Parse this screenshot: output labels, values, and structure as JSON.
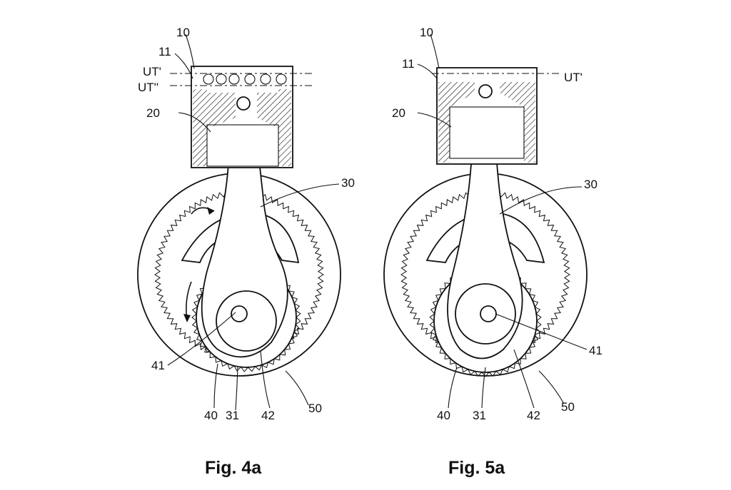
{
  "figures": [
    {
      "caption": "Fig. 4a",
      "labels": {
        "ref_10": "10",
        "ref_11": "11",
        "ut_prime": "UT'",
        "ut_double_prime": "UT''",
        "ref_20": "20",
        "ref_30": "30",
        "ref_41": "41",
        "ref_40": "40",
        "ref_31": "31",
        "ref_42": "42",
        "ref_50": "50"
      }
    },
    {
      "caption": "Fig. 5a",
      "labels": {
        "ref_10": "10",
        "ref_11": "11",
        "ut_prime": "UT'",
        "ref_20": "20",
        "ref_30": "30",
        "ref_41": "41",
        "ref_40": "40",
        "ref_31": "31",
        "ref_42": "42",
        "ref_50": "50"
      }
    }
  ]
}
